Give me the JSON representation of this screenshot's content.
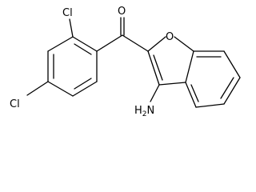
{
  "molecule": {
    "atoms": {
      "oxygen_carbonyl": "O",
      "oxygen_ring": "O",
      "chlorine_top": "Cl",
      "chlorine_left": "Cl",
      "amine_main": "H",
      "amine_n": "N",
      "amine_sub": "2"
    }
  },
  "colors": {
    "bond": "#000000",
    "background": "#ffffff"
  }
}
